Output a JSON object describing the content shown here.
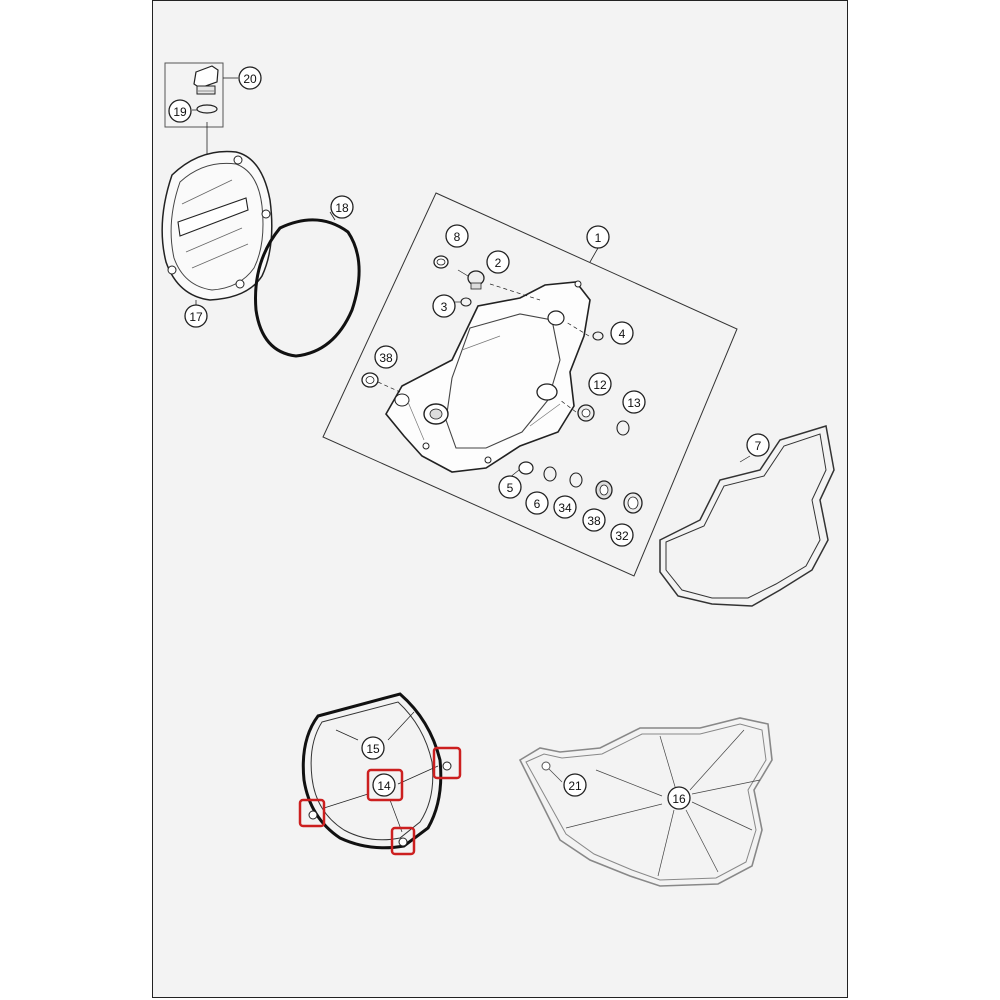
{
  "diagram": {
    "callouts": {
      "c1": "1",
      "c2": "2",
      "c3": "3",
      "c4": "4",
      "c5": "5",
      "c6": "6",
      "c7": "7",
      "c8": "8",
      "c12": "12",
      "c13": "13",
      "c14": "14",
      "c15": "15",
      "c16": "16",
      "c17": "17",
      "c18": "18",
      "c19": "19",
      "c20": "20",
      "c21": "21",
      "c32": "32",
      "c34": "34",
      "c38a": "38",
      "c38b": "38"
    },
    "highlight_color": "#cc1f1f",
    "line_color": "#222222"
  }
}
